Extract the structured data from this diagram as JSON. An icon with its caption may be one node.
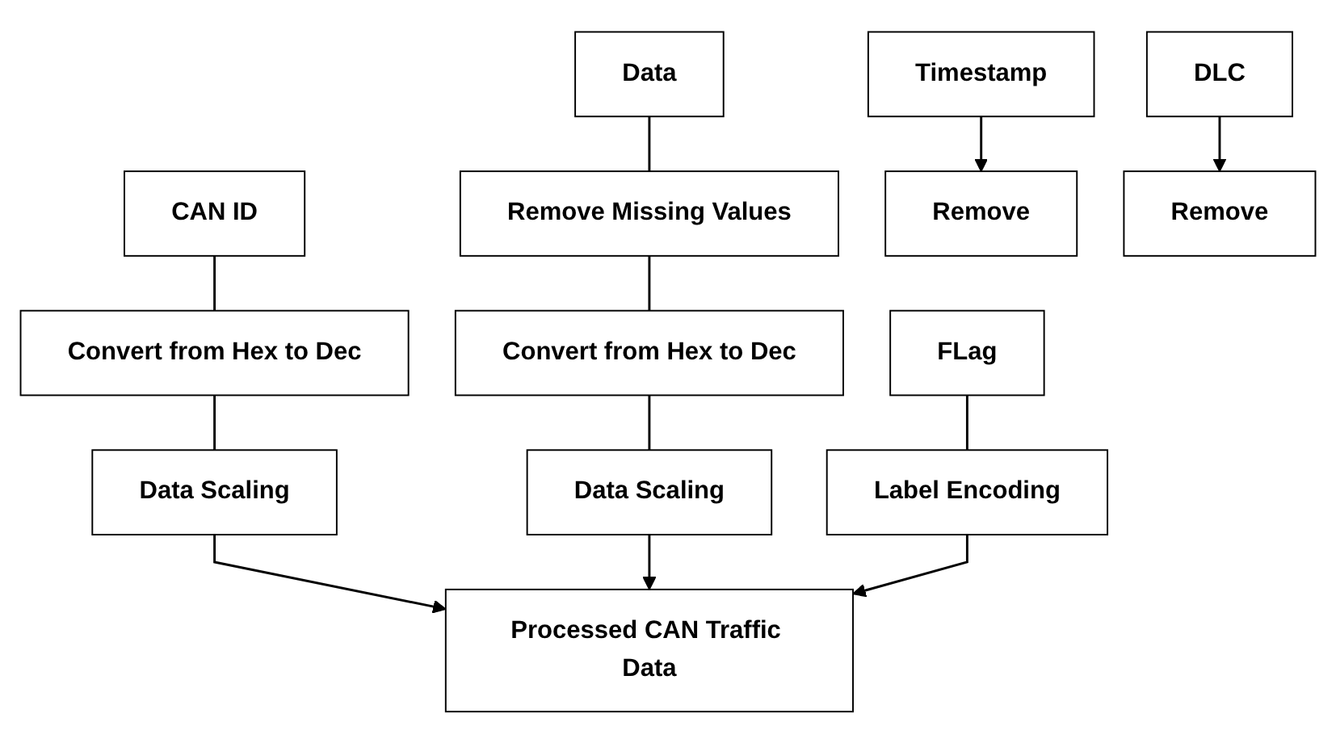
{
  "diagram": {
    "nodes": [
      {
        "text": [
          "Timestamp"
        ]
      },
      {
        "text": [
          "CAN ID"
        ]
      },
      {
        "text": [
          "DLC"
        ]
      },
      {
        "text": [
          "Data"
        ]
      },
      {
        "text": [
          "FLag"
        ]
      },
      {
        "text": [
          "Convert from Hex to Dec"
        ]
      },
      {
        "text": [
          "Remove Missing Values"
        ]
      },
      {
        "text": [
          "Label Encoding"
        ]
      },
      {
        "text": [
          "Remove"
        ]
      },
      {
        "text": [
          "Remove"
        ]
      },
      {
        "text": [
          "Convert from Hex to Dec"
        ]
      },
      {
        "text": [
          "Data Scaling"
        ]
      },
      {
        "text": [
          "Data Scaling"
        ]
      },
      {
        "text": [
          "Processed CAN Traffic Data"
        ]
      }
    ],
    "edges": [
      {
        "from": 0,
        "to": 8,
        "arrow": "to"
      },
      {
        "from": 1,
        "to": 5,
        "arrow": "none"
      },
      {
        "from": 5,
        "to": 11,
        "arrow": "none"
      },
      {
        "from": 11,
        "to": 13,
        "arrow": "to"
      },
      {
        "from": 2,
        "to": 9,
        "arrow": "to"
      },
      {
        "from": 3,
        "to": 6,
        "arrow": "none"
      },
      {
        "from": 6,
        "to": 10,
        "arrow": "none"
      },
      {
        "from": 10,
        "to": 12,
        "arrow": "none"
      },
      {
        "from": 12,
        "to": 13,
        "arrow": "to"
      },
      {
        "from": 4,
        "to": 7,
        "arrow": "none"
      },
      {
        "from": 7,
        "to": 13,
        "arrow": "to"
      }
    ]
  }
}
